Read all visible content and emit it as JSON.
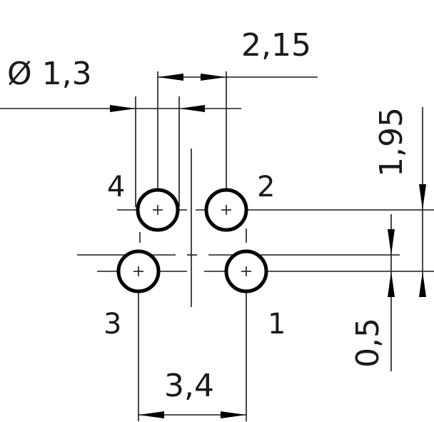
{
  "dimensions": {
    "pin_diameter": "Ø 1,3",
    "horizontal_offset": "2,15",
    "vertical_offset": "1,95",
    "row_spacing": "0,5",
    "overall_width": "3,4"
  },
  "pins": [
    {
      "number": "1"
    },
    {
      "number": "2"
    },
    {
      "number": "3"
    },
    {
      "number": "4"
    }
  ]
}
